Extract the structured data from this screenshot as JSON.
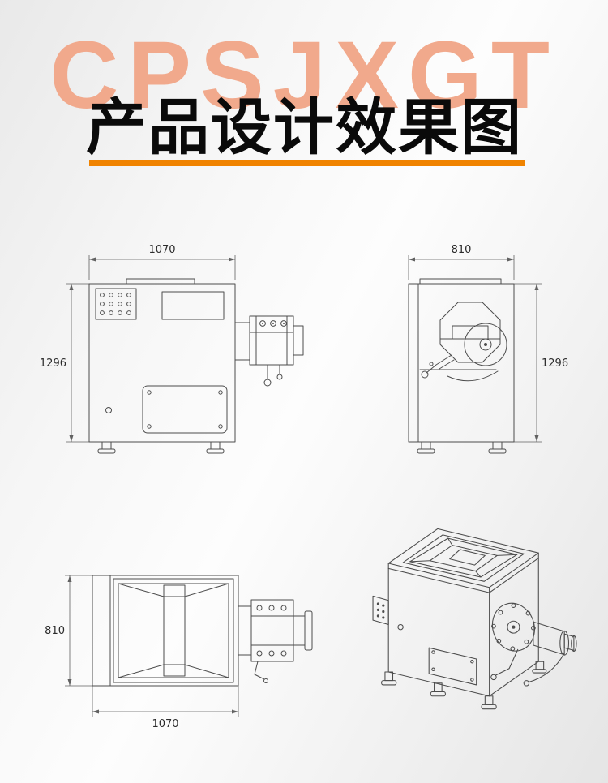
{
  "page": {
    "watermark": "CPSJXGT",
    "title": "产品设计效果图",
    "accent_color": "#F08300",
    "watermark_color": "#F1A98C"
  },
  "views": {
    "front": {
      "label": "front-view",
      "width": "1070",
      "height": "1296"
    },
    "side": {
      "label": "side-view",
      "width": "810",
      "height": "1296"
    },
    "top": {
      "label": "top-view",
      "width": "1070",
      "depth": "810"
    },
    "iso": {
      "label": "isometric-view"
    }
  }
}
